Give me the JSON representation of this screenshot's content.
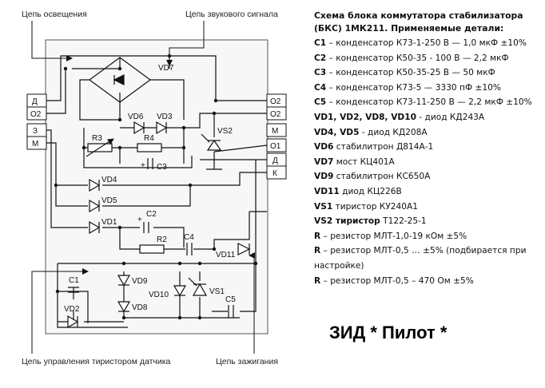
{
  "callouts": {
    "lighting": "Цепь освещения",
    "sound": "Цепь звукового сигнала",
    "thyristor": "Цепь управления тиристором датчика",
    "ignition": "Цепь зажигания"
  },
  "pins_left": [
    "Д",
    "О2",
    "З",
    "М"
  ],
  "pins_right": [
    "О2",
    "О2",
    "М",
    "О1",
    "Д",
    "К"
  ],
  "components": {
    "vd7": "VD7",
    "vd6": "VD6",
    "vd3": "VD3",
    "vs2": "VS2",
    "r3": "R3",
    "r4": "R4",
    "c3": "C3",
    "vd4": "VD4",
    "vd5": "VD5",
    "vd1": "VD1",
    "c2": "C2",
    "r2": "R2",
    "c4": "C4",
    "vd11": "VD11",
    "c1": "C1",
    "vd9": "VD9",
    "vd2": "VD2",
    "vd8": "VD8",
    "vd10": "VD10",
    "vs1": "VS1",
    "c5": "C5",
    "plus": "+"
  },
  "parts": {
    "title1": "Схема блока коммутатора стабилизатора",
    "title2": "(БКС) 1МК211. Применяемые детали:",
    "rows": [
      {
        "ref": "C1",
        "text": " – конденсатор К73-1-250 В — 1,0 мкФ ±10%"
      },
      {
        "ref": "C2",
        "text": " – конденсатор К50-35 - 100 В — 2,2 мкФ"
      },
      {
        "ref": "C3",
        "text": " – конденсатор К50-35-25 В — 50 мкФ"
      },
      {
        "ref": "C4",
        "text": " – конденсатор К73-5 — 3330 пФ ±10%"
      },
      {
        "ref": "C5",
        "text": " – конденсатор К73-11-250 В — 2,2 мкФ ±10%"
      },
      {
        "ref": "VD1, VD2, VD8, VD10",
        "text": " - диод КД243А"
      },
      {
        "ref": "VD4, VD5",
        "text": " - диод КД208А"
      },
      {
        "ref": "VD6",
        "text": " стабилитрон Д814А-1"
      },
      {
        "ref": "VD7",
        "text": " мост КЦ401А"
      },
      {
        "ref": "VD9",
        "text": " стабилитрон КС650А"
      },
      {
        "ref": "VD11",
        "text": " диод КЦ226В"
      },
      {
        "ref": "VS1",
        "text": " тиристор КУ240А1"
      },
      {
        "ref": "VS2 тиристор",
        "text": " Т122-25-1"
      },
      {
        "ref": "R",
        "text": " – резистор МЛТ-1,0-19 кОм ±5%"
      },
      {
        "ref": "R",
        "text": " – резистор МЛТ-0,5 … ±5% (подбирается при настройке)",
        "wrap": true
      },
      {
        "ref": "R",
        "text": " – резистор МЛТ-0,5 – 470 Ом ±5%"
      }
    ]
  },
  "brand": "ЗИД  * Пилот *"
}
